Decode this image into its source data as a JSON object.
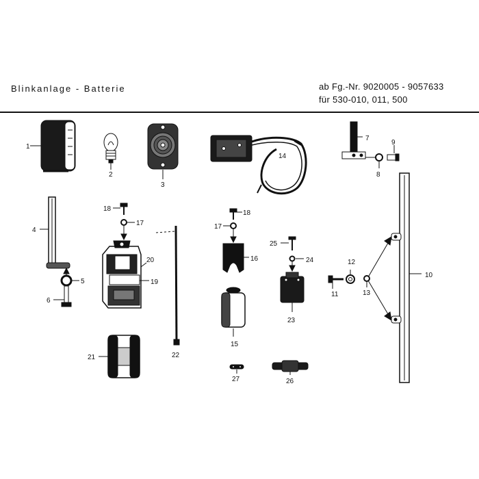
{
  "header": {
    "title": "Blinkanlage  -  Batterie",
    "fg_range": "ab Fg.-Nr. 9020005 - 9057633",
    "models": "für 530-010, 011, 500"
  },
  "parts": [
    {
      "id": "p1",
      "label": "1"
    },
    {
      "id": "p2",
      "label": "2"
    },
    {
      "id": "p3",
      "label": "3"
    },
    {
      "id": "p4",
      "label": "4"
    },
    {
      "id": "p5",
      "label": "5"
    },
    {
      "id": "p6",
      "label": "6"
    },
    {
      "id": "p7",
      "label": "7"
    },
    {
      "id": "p8",
      "label": "8"
    },
    {
      "id": "p9",
      "label": "9"
    },
    {
      "id": "p10",
      "label": "10"
    },
    {
      "id": "p11",
      "label": "11"
    },
    {
      "id": "p12",
      "label": "12"
    },
    {
      "id": "p13",
      "label": "13"
    },
    {
      "id": "p14",
      "label": "14"
    },
    {
      "id": "p15",
      "label": "15"
    },
    {
      "id": "p16",
      "label": "16"
    },
    {
      "id": "p17a",
      "label": "17"
    },
    {
      "id": "p17b",
      "label": "17"
    },
    {
      "id": "p18a",
      "label": "18"
    },
    {
      "id": "p18b",
      "label": "18"
    },
    {
      "id": "p19",
      "label": "19"
    },
    {
      "id": "p20",
      "label": "20"
    },
    {
      "id": "p21",
      "label": "21"
    },
    {
      "id": "p22",
      "label": "22"
    },
    {
      "id": "p23",
      "label": "23"
    },
    {
      "id": "p24",
      "label": "24"
    },
    {
      "id": "p25",
      "label": "25"
    },
    {
      "id": "p26",
      "label": "26"
    },
    {
      "id": "p27",
      "label": "27"
    }
  ]
}
